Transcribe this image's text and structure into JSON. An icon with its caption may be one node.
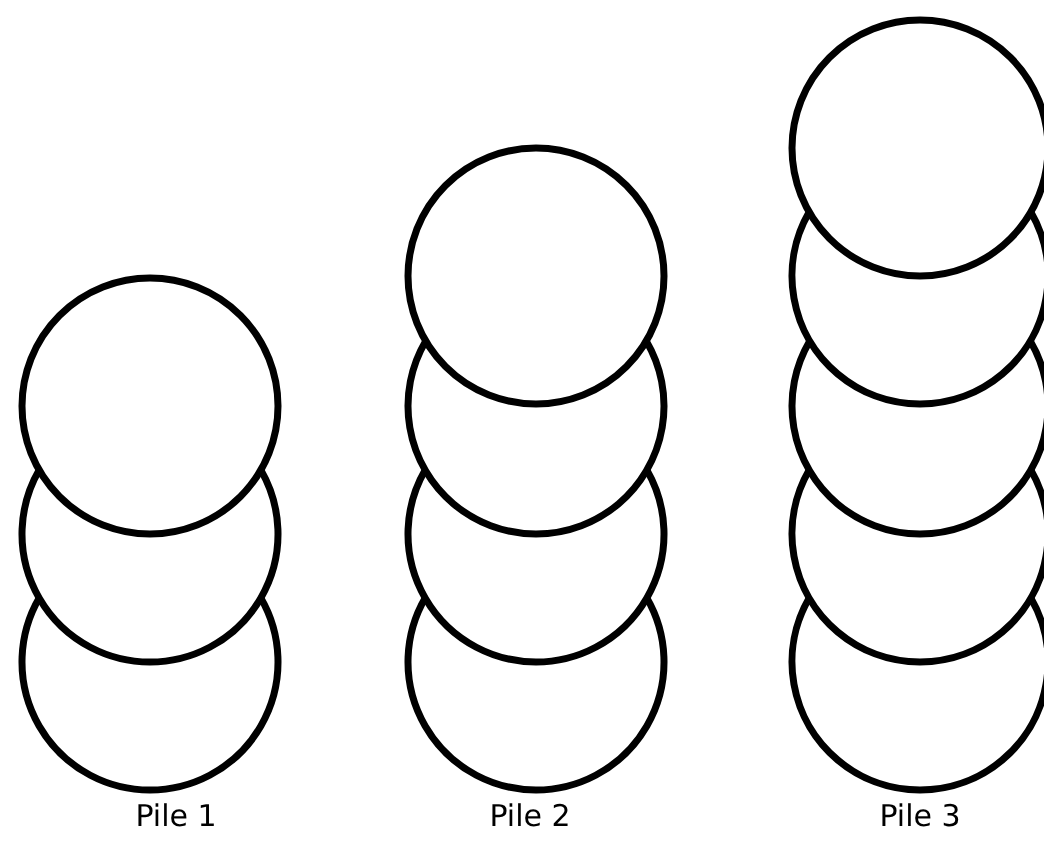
{
  "diagram": {
    "nodes": [
      {
        "text": [],
        "shape": "circle"
      },
      {
        "text": [],
        "shape": "circle"
      },
      {
        "text": [],
        "shape": "circle"
      },
      {
        "text": [],
        "shape": "circle"
      },
      {
        "text": [],
        "shape": "circle"
      },
      {
        "text": [],
        "shape": "circle"
      },
      {
        "text": [],
        "shape": "circle"
      },
      {
        "text": [],
        "shape": "circle"
      },
      {
        "text": [],
        "shape": "circle"
      },
      {
        "text": [],
        "shape": "circle"
      },
      {
        "text": [],
        "shape": "circle"
      },
      {
        "text": [],
        "shape": "circle"
      }
    ],
    "labels": [
      "Pile 1",
      "Pile 2",
      "Pile 3"
    ]
  }
}
